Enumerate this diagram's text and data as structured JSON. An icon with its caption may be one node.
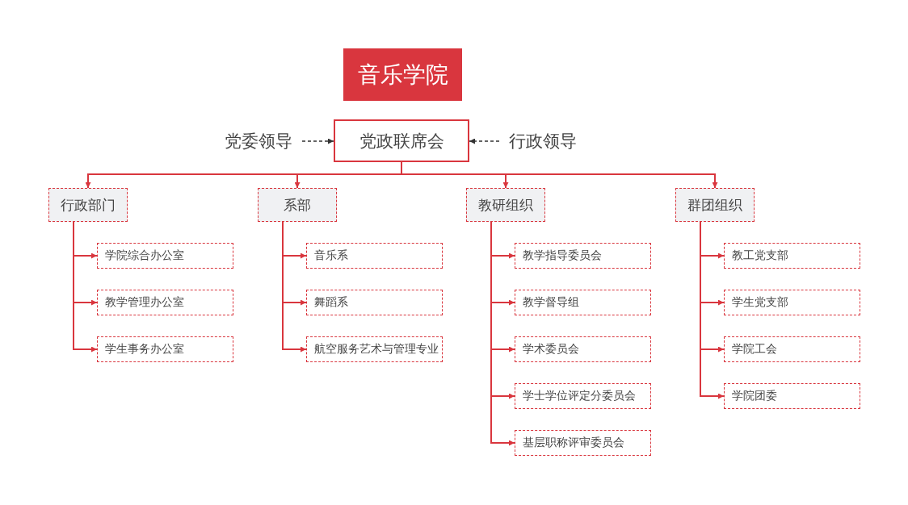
{
  "diagram": {
    "nodes": [
      {
        "text": [
          "音乐学院"
        ]
      },
      {
        "text": [
          "党政联席会"
        ]
      },
      {
        "text": [
          "党委领导"
        ]
      },
      {
        "text": [
          "行政领导"
        ]
      },
      {
        "text": [
          "行政部门"
        ]
      },
      {
        "text": [
          "学院综合办公室"
        ]
      },
      {
        "text": [
          "教学管理办公室"
        ]
      },
      {
        "text": [
          "学生事务办公室"
        ]
      },
      {
        "text": [
          "系部"
        ]
      },
      {
        "text": [
          "音乐系"
        ]
      },
      {
        "text": [
          "舞蹈系"
        ]
      },
      {
        "text": [
          "航空服务艺术与管理专业"
        ]
      },
      {
        "text": [
          "教研组织"
        ]
      },
      {
        "text": [
          "教学指导委员会"
        ]
      },
      {
        "text": [
          "教学督导组"
        ]
      },
      {
        "text": [
          "学术委员会"
        ]
      },
      {
        "text": [
          "学士学位评定分委员会"
        ]
      },
      {
        "text": [
          "基层职称评审委员会"
        ]
      },
      {
        "text": [
          "群团组织"
        ]
      },
      {
        "text": [
          "教工党支部"
        ]
      },
      {
        "text": [
          "学生党支部"
        ]
      },
      {
        "text": [
          "学院工会"
        ]
      },
      {
        "text": [
          "学院团委"
        ]
      }
    ],
    "edges": [
      {
        "from": 2,
        "to": 1,
        "arrow": "to",
        "style": "dashed",
        "color": "#333333"
      },
      {
        "from": 3,
        "to": 1,
        "arrow": "to",
        "style": "dashed",
        "color": "#333333"
      },
      {
        "from": 1,
        "to": 4,
        "arrow": "to"
      },
      {
        "from": 1,
        "to": 8,
        "arrow": "to"
      },
      {
        "from": 1,
        "to": 12,
        "arrow": "to"
      },
      {
        "from": 1,
        "to": 18,
        "arrow": "to"
      },
      {
        "from": 4,
        "to": 5,
        "arrow": "to"
      },
      {
        "from": 4,
        "to": 6,
        "arrow": "to"
      },
      {
        "from": 4,
        "to": 7,
        "arrow": "to"
      },
      {
        "from": 8,
        "to": 9,
        "arrow": "to"
      },
      {
        "from": 8,
        "to": 10,
        "arrow": "to"
      },
      {
        "from": 8,
        "to": 11,
        "arrow": "to"
      },
      {
        "from": 12,
        "to": 13,
        "arrow": "to"
      },
      {
        "from": 12,
        "to": 14,
        "arrow": "to"
      },
      {
        "from": 12,
        "to": 15,
        "arrow": "to"
      },
      {
        "from": 12,
        "to": 16,
        "arrow": "to"
      },
      {
        "from": 12,
        "to": 17,
        "arrow": "to"
      },
      {
        "from": 18,
        "to": 19,
        "arrow": "to"
      },
      {
        "from": 18,
        "to": 20,
        "arrow": "to"
      },
      {
        "from": 18,
        "to": 21,
        "arrow": "to"
      },
      {
        "from": 18,
        "to": 22,
        "arrow": "to"
      }
    ]
  }
}
